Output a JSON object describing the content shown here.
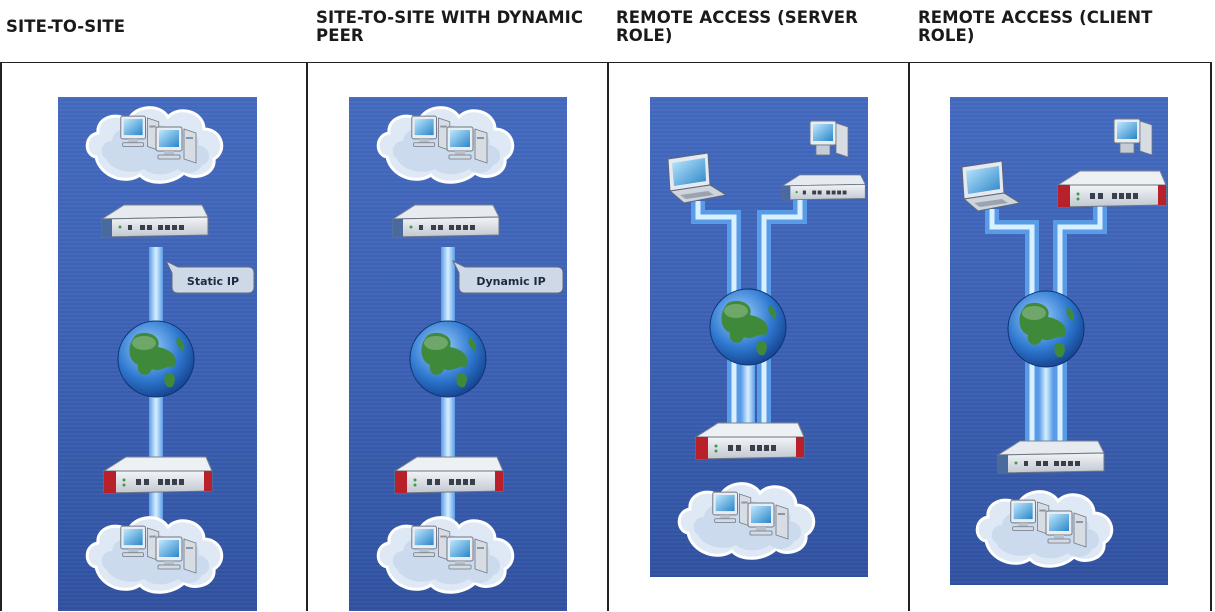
{
  "columns": [
    {
      "title": "SITE-TO-SITE",
      "label": "Static IP"
    },
    {
      "title": "SITE-TO-SITE WITH DYNAMIC PEER",
      "label": "Dynamic IP"
    },
    {
      "title": "REMOTE ACCESS (SERVER ROLE)"
    },
    {
      "title": "REMOTE ACCESS (CLIENT ROLE)"
    }
  ],
  "colors": {
    "panel_top": "#3e63b8",
    "panel_bottom": "#2f4f9e",
    "tunnel": "#8fc8ff",
    "device_red": "#b8202a",
    "device_gray": "#c9ced6",
    "cloud": "#e4ecf7"
  },
  "icons": [
    "cloud-icon",
    "computer-icon",
    "gateway-device-icon",
    "globe-icon",
    "laptop-icon",
    "ip-callout-icon"
  ]
}
